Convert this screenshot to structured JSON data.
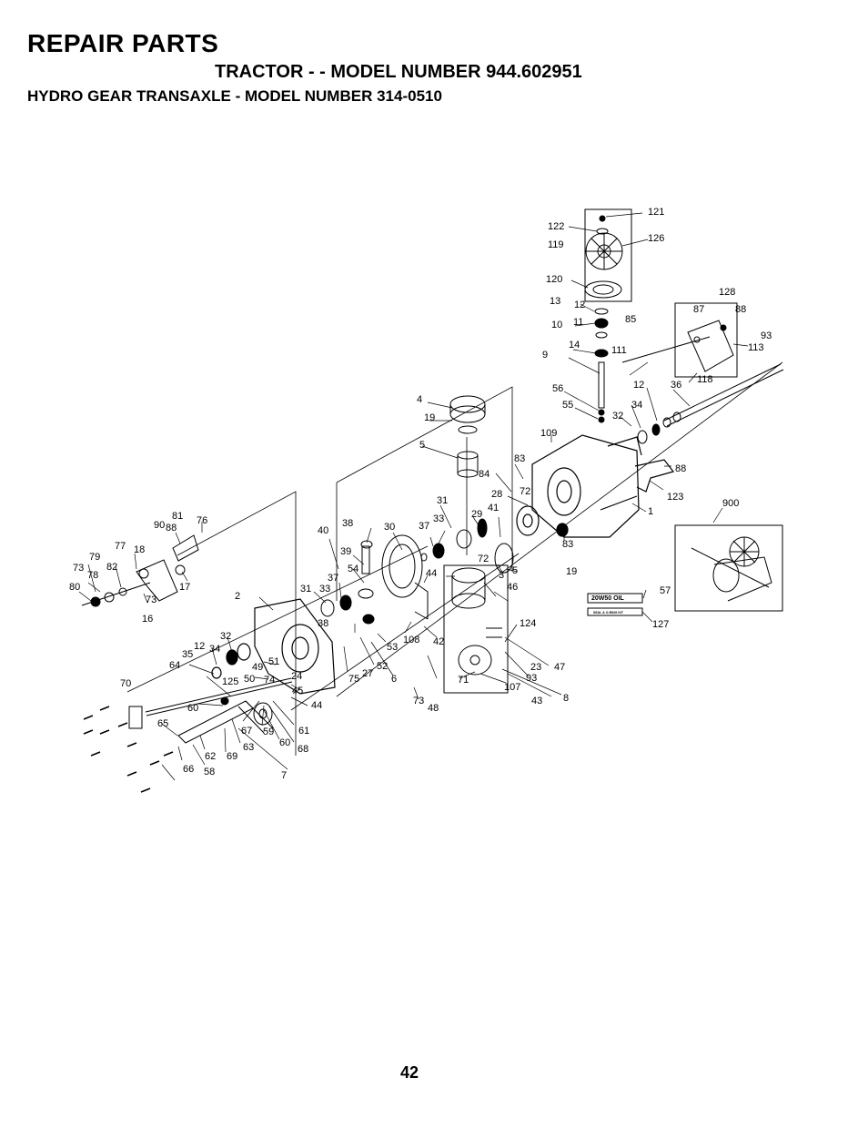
{
  "header": {
    "title": "REPAIR PARTS",
    "subtitle": "TRACTOR - - MODEL NUMBER 944.602951",
    "section": "HYDRO GEAR TRANSAXLE - MODEL NUMBER 314-0510"
  },
  "page_number": "42",
  "tags": {
    "oil": "20W50 OIL",
    "seal_kit": "SEAL & O-RING KIT"
  },
  "callouts": [
    "121",
    "122",
    "119",
    "126",
    "120",
    "13",
    "12",
    "128",
    "87",
    "88",
    "11",
    "10",
    "85",
    "93",
    "14",
    "9",
    "111",
    "113",
    "118",
    "12",
    "36",
    "56",
    "55",
    "34",
    "32",
    "4",
    "19",
    "109",
    "5",
    "83",
    "88",
    "84",
    "28",
    "72",
    "123",
    "1",
    "900",
    "31",
    "29",
    "41",
    "81",
    "76",
    "90",
    "88",
    "38",
    "30",
    "37",
    "33",
    "83",
    "40",
    "77",
    "18",
    "79",
    "82",
    "73",
    "78",
    "80",
    "17",
    "39",
    "54",
    "72",
    "19",
    "5",
    "44",
    "73",
    "16",
    "2",
    "3",
    "46",
    "57",
    "37",
    "31",
    "33",
    "127",
    "124",
    "38",
    "32",
    "12",
    "34",
    "35",
    "64",
    "49",
    "51",
    "50",
    "74",
    "24",
    "108",
    "42",
    "53",
    "52",
    "27",
    "6",
    "75",
    "23",
    "47",
    "93",
    "70",
    "125",
    "71",
    "60",
    "45",
    "107",
    "43",
    "8",
    "44",
    "48",
    "73",
    "65",
    "67",
    "59",
    "61",
    "60",
    "68",
    "62",
    "63",
    "69",
    "66",
    "58",
    "7"
  ]
}
